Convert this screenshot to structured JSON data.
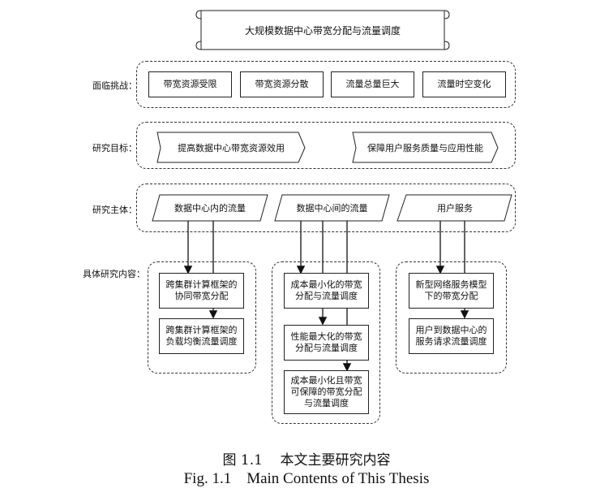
{
  "title": "大规模数据中心带宽分配与流量调度",
  "rows": {
    "challenges": {
      "label": "面临挑战：",
      "items": [
        "带宽资源受限",
        "带宽资源分散",
        "流量总量巨大",
        "流量时空变化"
      ]
    },
    "goals": {
      "label": "研究目标：",
      "items": [
        "提高数据中心带宽资源效用",
        "保障用户服务质量与应用性能"
      ]
    },
    "subjects": {
      "label": "研究主体：",
      "items": [
        "数据中心内的流量",
        "数据中心间的流量",
        "用户服务"
      ]
    },
    "contents": {
      "label": "具体研究内容：",
      "col1": [
        "跨集群计算框架的\n协同带宽分配",
        "跨集群计算框架的\n负载均衡流量调度"
      ],
      "col2": [
        "成本最小化的带宽\n分配与流量调度",
        "性能最大化的带宽\n分配与流量调度",
        "成本最小化且带宽\n可保障的带宽分配\n与流量调度"
      ],
      "col3": [
        "新型网络服务模型\n下的带宽分配",
        "用户到数据中心的\n服务请求流量调度"
      ]
    }
  },
  "caption": {
    "zh": "图 1.1    本文主要研究内容",
    "en": "Fig. 1.1    Main Contents of This Thesis"
  }
}
